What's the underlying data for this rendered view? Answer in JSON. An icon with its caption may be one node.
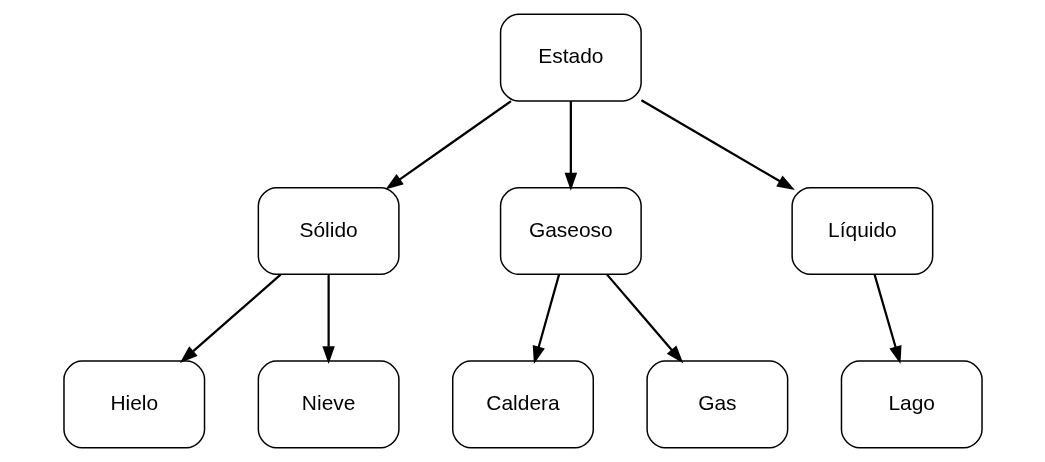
{
  "diagram": {
    "nodes": [
      {
        "text": [
          "Estado"
        ]
      },
      {
        "text": [
          "Sólido"
        ]
      },
      {
        "text": [
          "Gaseoso"
        ]
      },
      {
        "text": [
          "Líquido"
        ]
      },
      {
        "text": [
          "Hielo"
        ]
      },
      {
        "text": [
          "Nieve"
        ]
      },
      {
        "text": [
          "Caldera"
        ]
      },
      {
        "text": [
          "Gas"
        ]
      },
      {
        "text": [
          "Lago"
        ]
      }
    ],
    "edges": [
      {
        "from": 0,
        "to": 1,
        "arrow": "to"
      },
      {
        "from": 0,
        "to": 2,
        "arrow": "to"
      },
      {
        "from": 0,
        "to": 3,
        "arrow": "to"
      },
      {
        "from": 1,
        "to": 4,
        "arrow": "to"
      },
      {
        "from": 1,
        "to": 5,
        "arrow": "to"
      },
      {
        "from": 2,
        "to": 6,
        "arrow": "to"
      },
      {
        "from": 2,
        "to": 7,
        "arrow": "to"
      },
      {
        "from": 3,
        "to": 8,
        "arrow": "to"
      }
    ]
  }
}
